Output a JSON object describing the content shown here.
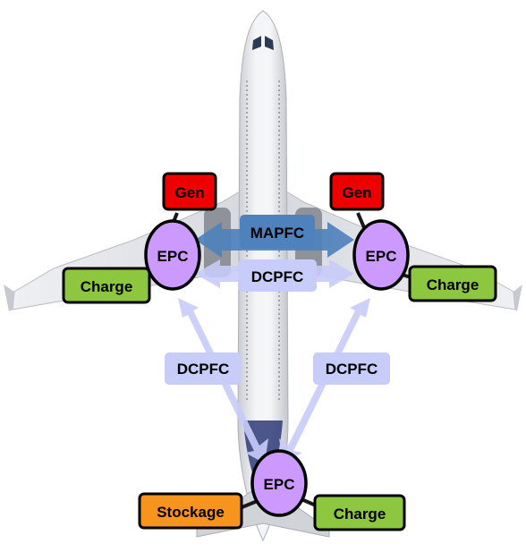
{
  "colors": {
    "gen": "#ee0000",
    "charge": "#8dc63f",
    "stockage": "#f7941d",
    "epc": "#cc99ff",
    "mapfc": "#4f81bd",
    "dcpfc": "#c8ccf8",
    "outline": "#000000"
  },
  "nodes": {
    "epc_left": "EPC",
    "epc_right": "EPC",
    "epc_bottom": "EPC",
    "gen_left": "Gen",
    "gen_right": "Gen",
    "charge_left": "Charge",
    "charge_right": "Charge",
    "charge_bottom": "Charge",
    "stockage": "Stockage"
  },
  "links": {
    "mapfc": "MAPFC",
    "dcpfc_top": "DCPFC",
    "dcpfc_left": "DCPFC",
    "dcpfc_right": "DCPFC"
  },
  "icons": {
    "background": "airplane-top-view"
  }
}
